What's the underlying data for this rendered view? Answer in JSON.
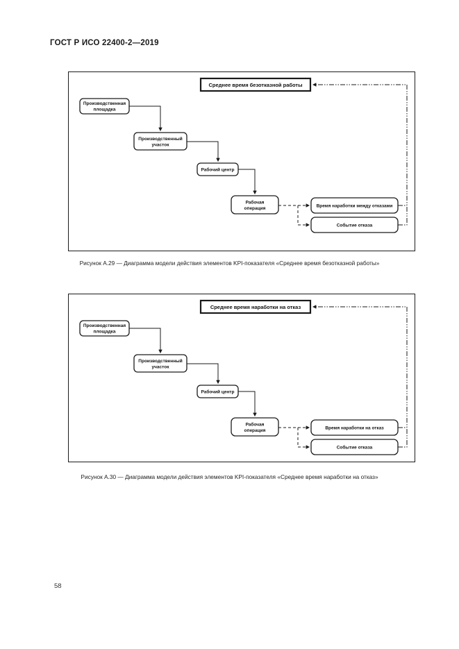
{
  "page": {
    "header": "ГОСТ Р ИСО 22400-2—2019",
    "page_number": "58"
  },
  "figure1": {
    "title": "Среднее время безотказной работы",
    "nodes": {
      "site_line1": "Производственная",
      "site_line2": "площадка",
      "area_line1": "Производственный",
      "area_line2": "участок",
      "work_center": "Рабочий центр",
      "operation_line1": "Рабочая",
      "operation_line2": "операция",
      "metric1": "Время наработки между отказами",
      "metric2": "Событие отказа"
    },
    "caption": "Рисунок А.29 — Диаграмма модели действия элементов KPI-показателя «Среднее время безотказной работы»"
  },
  "figure2": {
    "title": "Среднее время наработки на отказ",
    "nodes": {
      "site_line1": "Производственная",
      "site_line2": "площадка",
      "area_line1": "Производственный",
      "area_line2": "участок",
      "work_center": "Рабочий центр",
      "operation_line1": "Рабочая",
      "operation_line2": "операция",
      "metric1": "Время наработки на отказ",
      "metric2": "Событие отказа"
    },
    "caption": "Рисунок А.30 — Диаграмма модели действия элементов KPI-показателя «Среднее время наработки на отказ»"
  }
}
